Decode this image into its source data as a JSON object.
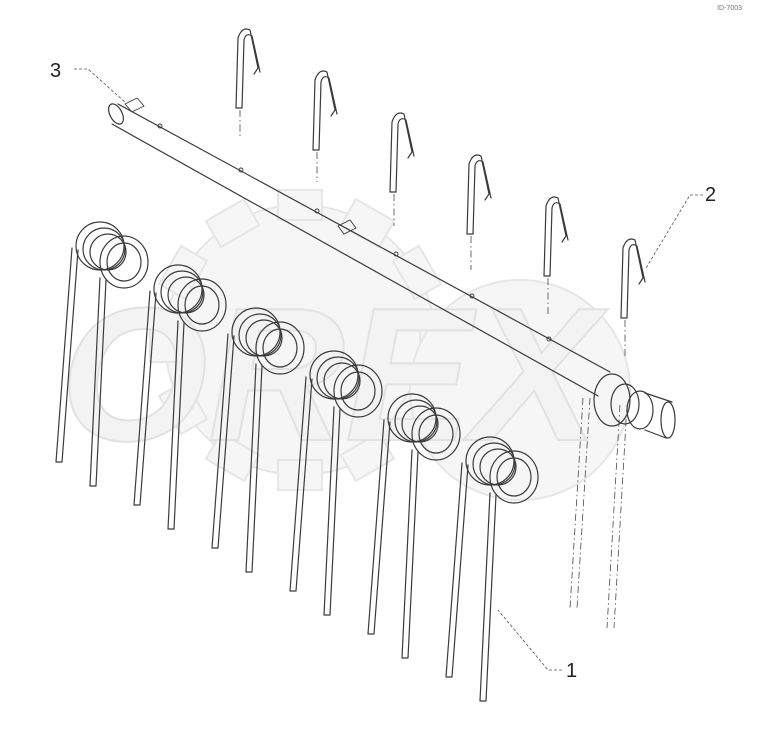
{
  "diagram": {
    "corner_mark": "ID-7003",
    "watermark_text": "OREX",
    "callouts": [
      {
        "id": "callout-3",
        "label": "3",
        "part": "tine-bar"
      },
      {
        "id": "callout-2",
        "label": "2",
        "part": "spring-clip"
      },
      {
        "id": "callout-1",
        "label": "1",
        "part": "double-spring-tine"
      }
    ],
    "part_counts": {
      "spring_clips": 6,
      "spring_tines": 6
    },
    "colors": {
      "line": "#3a3a3a",
      "watermark": "#e2e2e2",
      "background": "#ffffff"
    }
  }
}
